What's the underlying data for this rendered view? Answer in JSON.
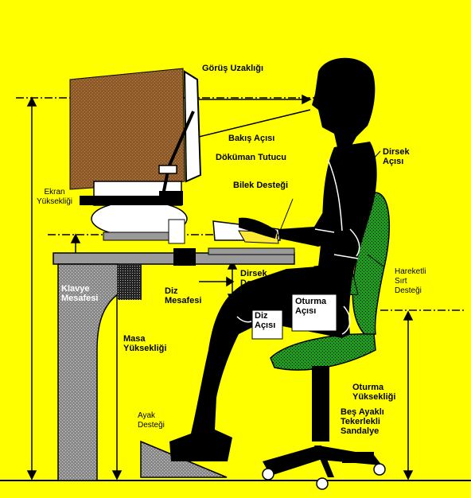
{
  "labels": {
    "viewing_distance": "Görüş Uzaklığı",
    "viewing_angle": "Bakış Açısı",
    "document_holder": "Döküman Tutucu",
    "elbow_angle": "Dirsek\nAçısı",
    "screen_height": "Ekran\nYüksekliği",
    "wrist_rest": "Bilek Desteği",
    "keyboard_distance": "Klavye\nMesafesi",
    "adjustable_back": "Hareketli\nSırt\nDesteği",
    "knee_distance": "Diz\nMesafesi",
    "elbow_rest": "Dirsek\nDesteği",
    "seat_angle": "Oturma\nAçısı",
    "knee_angle": "Diz\nAçısı",
    "desk_height": "Masa\nYüksekliği",
    "seat_height": "Oturma\nYüksekliği",
    "five_leg_chair": "Beş Ayaklı\nTekerlekli\nSandalye",
    "footrest": "Ayak\nDesteği"
  },
  "colors": {
    "background": "#ffff00",
    "chair": "#1e9c1e",
    "monitor_screen": "#8b5a2b",
    "desk": "#9a9a9a",
    "figure": "#000000"
  }
}
